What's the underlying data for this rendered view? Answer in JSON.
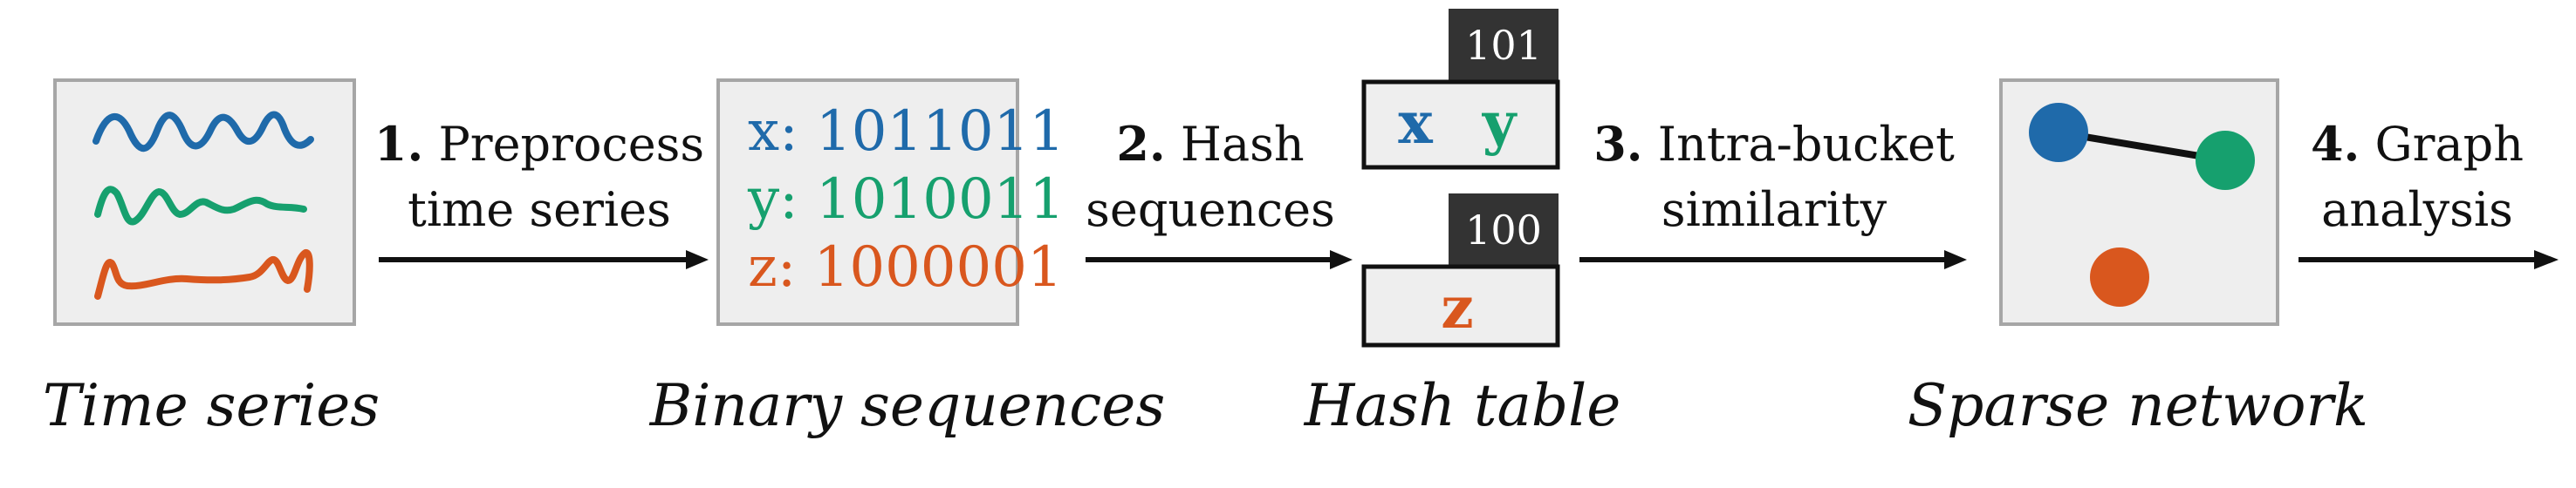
{
  "colors": {
    "blue": "#1f6aaa",
    "green": "#16a06e",
    "orange": "#d9571e",
    "box_fill": "#eeeeee",
    "box_stroke": "#a6a6a6",
    "dark": "#111111",
    "key_fill": "#333333"
  },
  "stages": {
    "time_series": "Time series",
    "binary_sequences": "Binary sequences",
    "hash_table": "Hash table",
    "sparse_network": "Sparse network"
  },
  "steps": {
    "s1": {
      "num": "1.",
      "line1": "Preprocess",
      "line2": "time series"
    },
    "s2": {
      "num": "2.",
      "line1": "Hash",
      "line2": "sequences"
    },
    "s3": {
      "num": "3.",
      "line1": "Intra-bucket",
      "line2": "similarity"
    },
    "s4": {
      "num": "4.",
      "line1": "Graph",
      "line2": "analysis"
    }
  },
  "sequences": {
    "x": {
      "label": "x:",
      "bits": "1011011"
    },
    "y": {
      "label": "y:",
      "bits": "1010011"
    },
    "z": {
      "label": "z:",
      "bits": "1000001"
    }
  },
  "hash_table": {
    "bucket1": {
      "key": "101",
      "members": [
        "x",
        "y"
      ]
    },
    "bucket2": {
      "key": "100",
      "members": [
        "z"
      ]
    }
  },
  "network": {
    "nodes": [
      "blue",
      "green",
      "orange"
    ],
    "edges": [
      [
        "blue",
        "green"
      ]
    ]
  }
}
